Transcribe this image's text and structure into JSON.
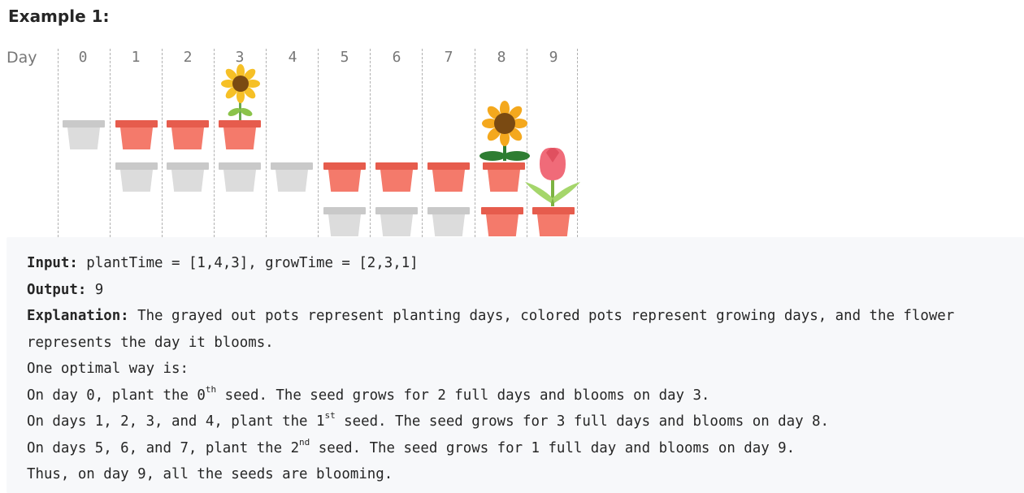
{
  "example_title": "Example 1:",
  "figure": {
    "day_label": "Day",
    "days": [
      "0",
      "1",
      "2",
      "3",
      "4",
      "5",
      "6",
      "7",
      "8",
      "9"
    ],
    "colors": {
      "gray_pot": "#dcdcdc",
      "red_pot": "#f47a6b",
      "sunflower_petal": "#f4a81d",
      "sunflower_center": "#7a4a12",
      "tulip": "#f06b79",
      "leaf": "#8bc34a"
    }
  },
  "explanation": {
    "input_label": "Input:",
    "input_value": " plantTime = [1,4,3], growTime = [2,3,1]",
    "output_label": "Output:",
    "output_value": " 9",
    "explanation_label": "Explanation:",
    "explanation_text_1": " The grayed out pots represent planting days, colored pots represent growing days, and the flower",
    "explanation_text_2": "represents the day it blooms.",
    "line_optimal": "One optimal way is:",
    "line_day0_a": "On day 0, plant the 0",
    "line_day0_sup": "th",
    "line_day0_b": " seed. The seed grows for 2 full days and blooms on day 3.",
    "line_days1_a": "On days 1, 2, 3, and 4, plant the 1",
    "line_days1_sup": "st",
    "line_days1_b": " seed. The seed grows for 3 full days and blooms on day 8.",
    "line_days5_a": "On days 5, 6, and 7, plant the 2",
    "line_days5_sup": "nd",
    "line_days5_b": " seed. The seed grows for 1 full day and blooms on day 9.",
    "line_thus": "Thus, on day 9, all the seeds are blooming."
  }
}
